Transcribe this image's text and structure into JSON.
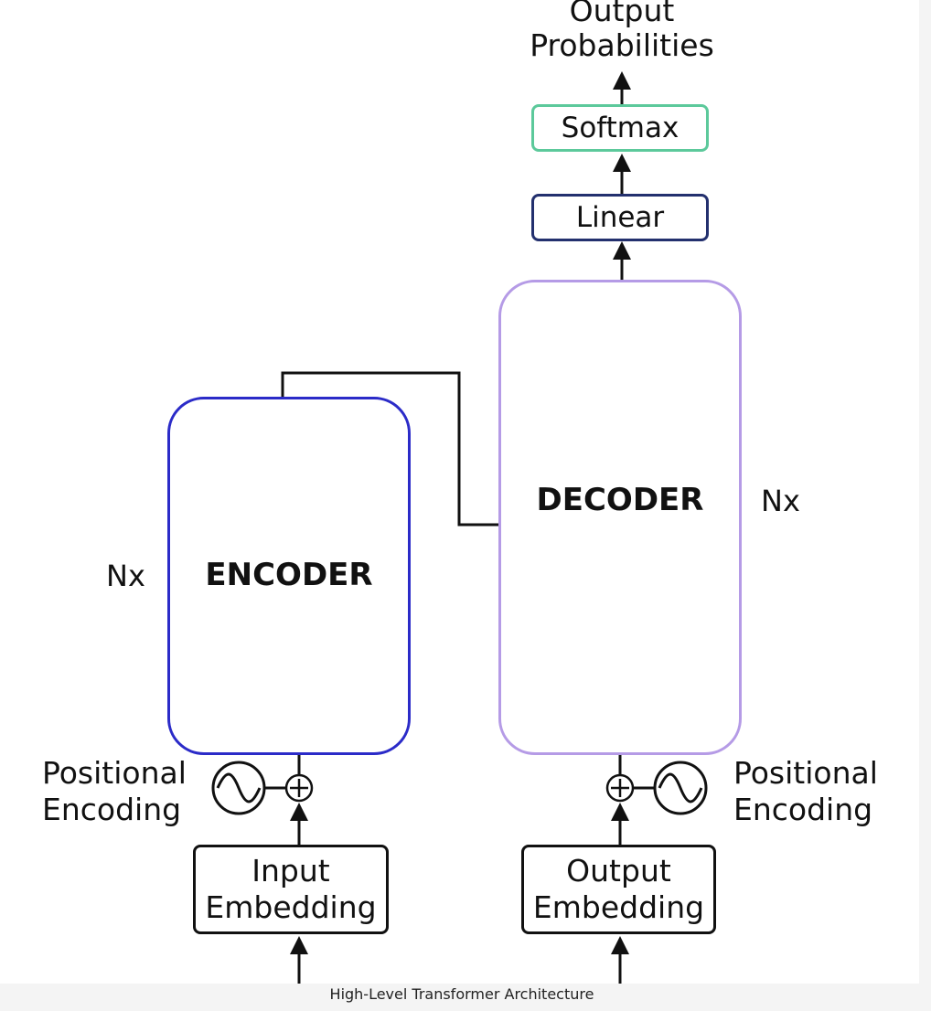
{
  "diagram": {
    "output_label_line1": "Output",
    "output_label_line2": "Probabilities",
    "softmax": "Softmax",
    "linear": "Linear",
    "decoder": "DECODER",
    "encoder": "ENCODER",
    "encoder_repeat": "Nx",
    "decoder_repeat": "Nx",
    "pos_enc_left_line1": "Positional",
    "pos_enc_left_line2": "Encoding",
    "pos_enc_right_line1": "Positional",
    "pos_enc_right_line2": "Encoding",
    "input_embedding_line1": "Input",
    "input_embedding_line2": "Embedding",
    "output_embedding_line1": "Output",
    "output_embedding_line2": "Embedding"
  },
  "colors": {
    "encoder_border": "#2b2bc8",
    "decoder_border": "#b59be6",
    "linear_border": "#23306e",
    "softmax_border": "#5cc99b",
    "line": "#111111"
  },
  "caption": "High-Level Transformer Architecture"
}
